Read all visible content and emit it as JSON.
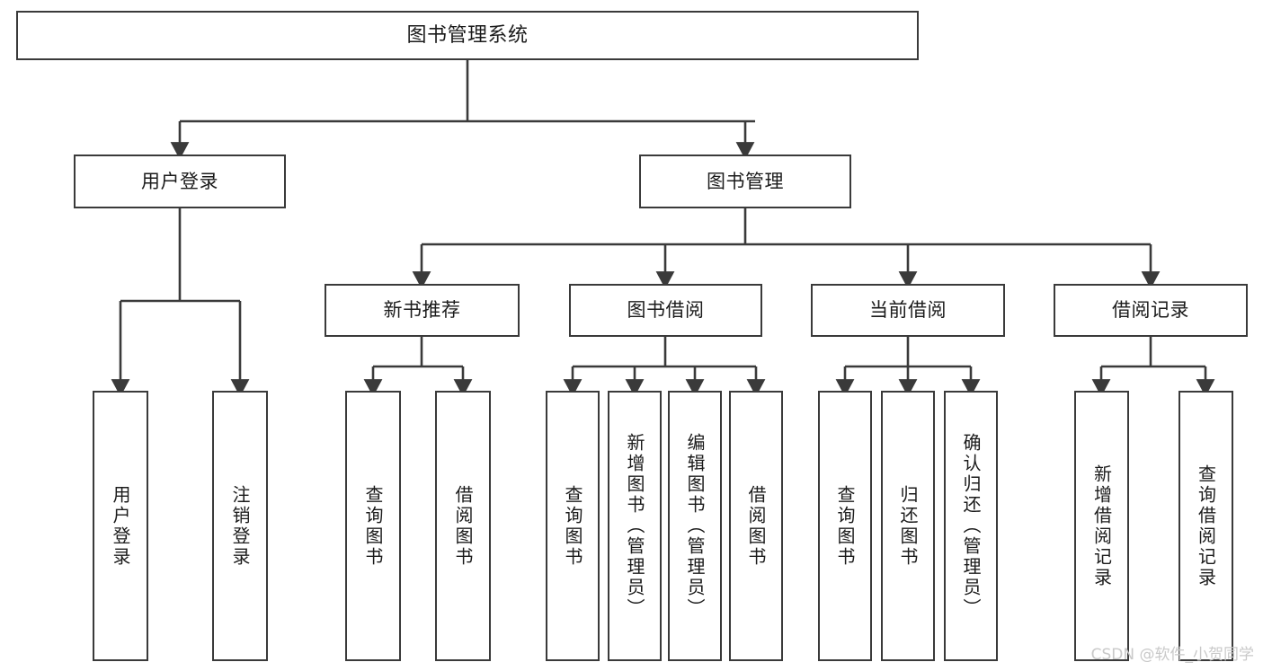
{
  "diagram": {
    "title": "图书管理系统",
    "type": "hierarchy-tree",
    "stroke_color": "#3a3a3a",
    "background_color": "#ffffff",
    "root": {
      "label": "图书管理系统"
    },
    "level2": [
      {
        "label": "用户登录"
      },
      {
        "label": "图书管理"
      }
    ],
    "level3": [
      {
        "label": "新书推荐"
      },
      {
        "label": "图书借阅"
      },
      {
        "label": "当前借阅"
      },
      {
        "label": "借阅记录"
      }
    ],
    "leaves": {
      "user_login": [
        {
          "label": "用户登录"
        },
        {
          "label": "注销登录"
        }
      ],
      "new_book_recommend": [
        {
          "label": "查询图书"
        },
        {
          "label": "借阅图书"
        }
      ],
      "book_borrow": [
        {
          "label": "查询图书"
        },
        {
          "label": "新增图书（管理员）"
        },
        {
          "label": "编辑图书（管理员）"
        },
        {
          "label": "借阅图书"
        }
      ],
      "current_borrow": [
        {
          "label": "查询图书"
        },
        {
          "label": "归还图书"
        },
        {
          "label": "确认归还（管理员）"
        }
      ],
      "borrow_record": [
        {
          "label": "新增借阅记录"
        },
        {
          "label": "查询借阅记录"
        }
      ]
    }
  },
  "watermark": {
    "text": "CSDN @软件_小贺同学"
  }
}
